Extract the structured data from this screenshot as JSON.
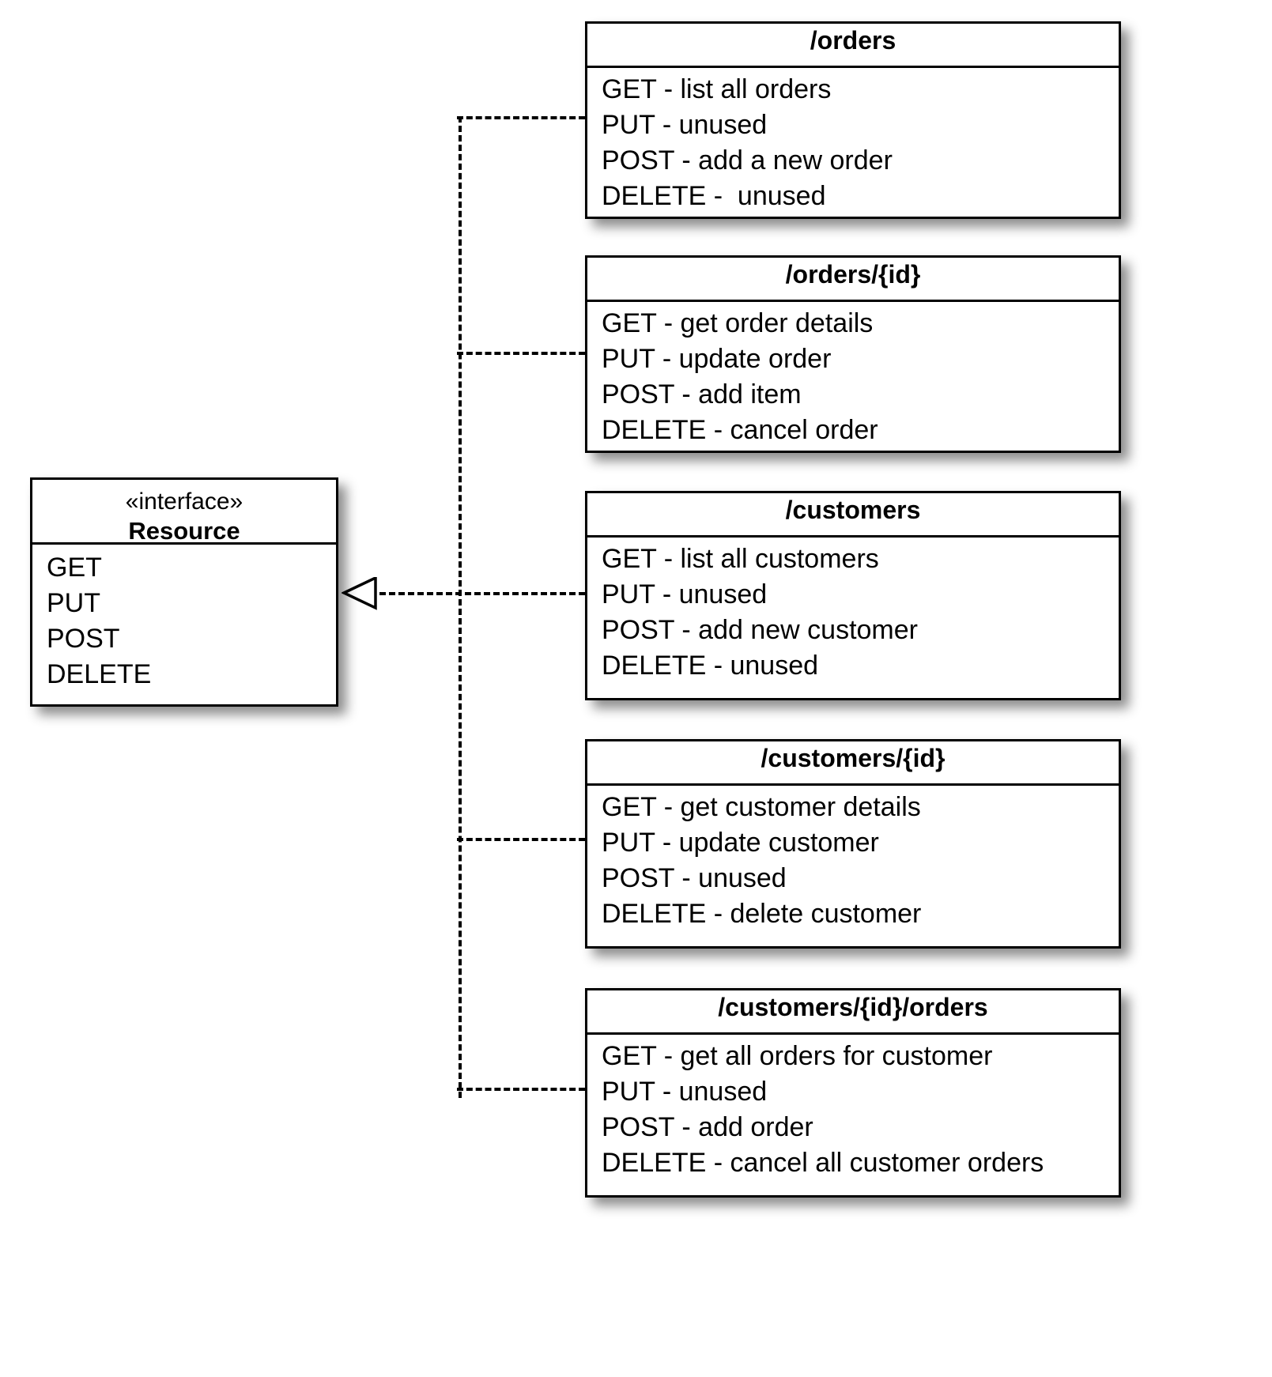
{
  "diagram": {
    "type": "uml-class-diagram",
    "title": "REST Resource interface realization diagram",
    "background_color": "#ffffff",
    "line_color": "#000000",
    "relationship": "realization"
  },
  "interface": {
    "stereotype": "«interface»",
    "name": "Resource",
    "operations": [
      "GET",
      "PUT",
      "POST",
      "DELETE"
    ]
  },
  "resources": [
    {
      "name": "/orders",
      "operations": [
        "GET - list all orders",
        "PUT - unused",
        "POST - add a new order",
        "DELETE -  unused"
      ]
    },
    {
      "name": "/orders/{id}",
      "operations": [
        "GET - get order details",
        "PUT - update order",
        "POST - add item",
        "DELETE - cancel order"
      ]
    },
    {
      "name": "/customers",
      "operations": [
        "GET - list all customers",
        "PUT - unused",
        "POST - add new customer",
        "DELETE - unused"
      ]
    },
    {
      "name": "/customers/{id}",
      "operations": [
        "GET - get customer details",
        "PUT - update customer",
        "POST - unused",
        "DELETE - delete customer"
      ]
    },
    {
      "name": "/customers/{id}/orders",
      "operations": [
        "GET - get all orders for customer",
        "PUT - unused",
        "POST - add order",
        "DELETE - cancel all customer orders"
      ]
    }
  ]
}
